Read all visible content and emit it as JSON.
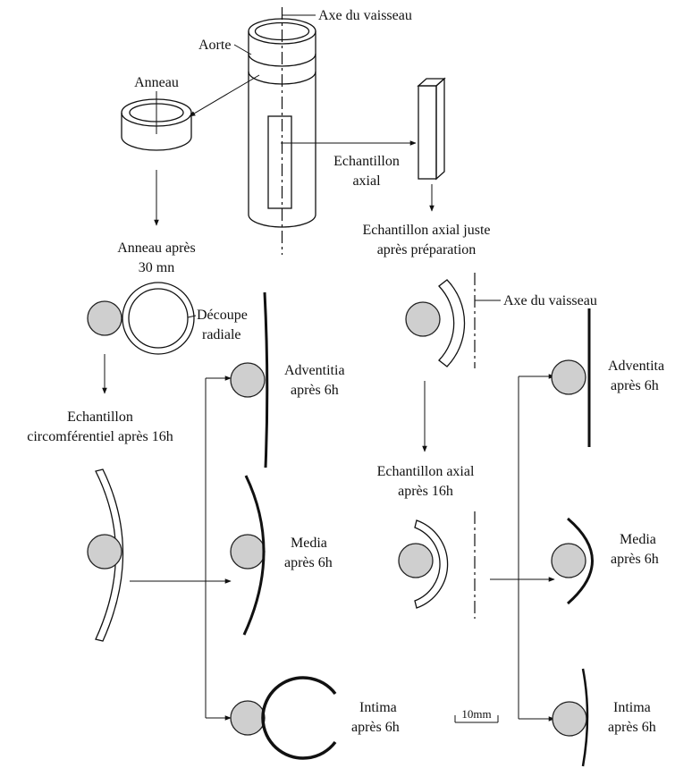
{
  "labels": {
    "axe_vaisseau_top": "Axe du vaisseau",
    "aorte": "Aorte",
    "anneau": "Anneau",
    "echantillon_axial_1": "Echantillon",
    "echantillon_axial_2": "axial",
    "anneau_apres_1": "Anneau après",
    "anneau_apres_2": "30 mn",
    "ech_axial_juste_1": "Echantillon axial juste",
    "ech_axial_juste_2": "après préparation",
    "decoupe_1": "Découpe",
    "decoupe_2": "radiale",
    "axe_vaisseau_mid": "Axe du vaisseau",
    "ech_circ_1": "Echantillon",
    "ech_circ_2": "circomférentiel après 16h",
    "adv_left_1": "Adventitia",
    "adv_left_2": "après 6h",
    "ech_axial_16_1": "Echantillon axial",
    "ech_axial_16_2": "après 16h",
    "adv_right_1": "Adventita",
    "adv_right_2": "après 6h",
    "media_left_1": "Media",
    "media_left_2": "après 6h",
    "media_right_1": "Media",
    "media_right_2": "après 6h",
    "intima_left_1": "Intima",
    "intima_left_2": "après 6h",
    "intima_right_1": "Intima",
    "intima_right_2": "après 6h",
    "scale": "10mm"
  },
  "colors": {
    "disk_fill": "#cfcfcf",
    "line": "#111111"
  }
}
